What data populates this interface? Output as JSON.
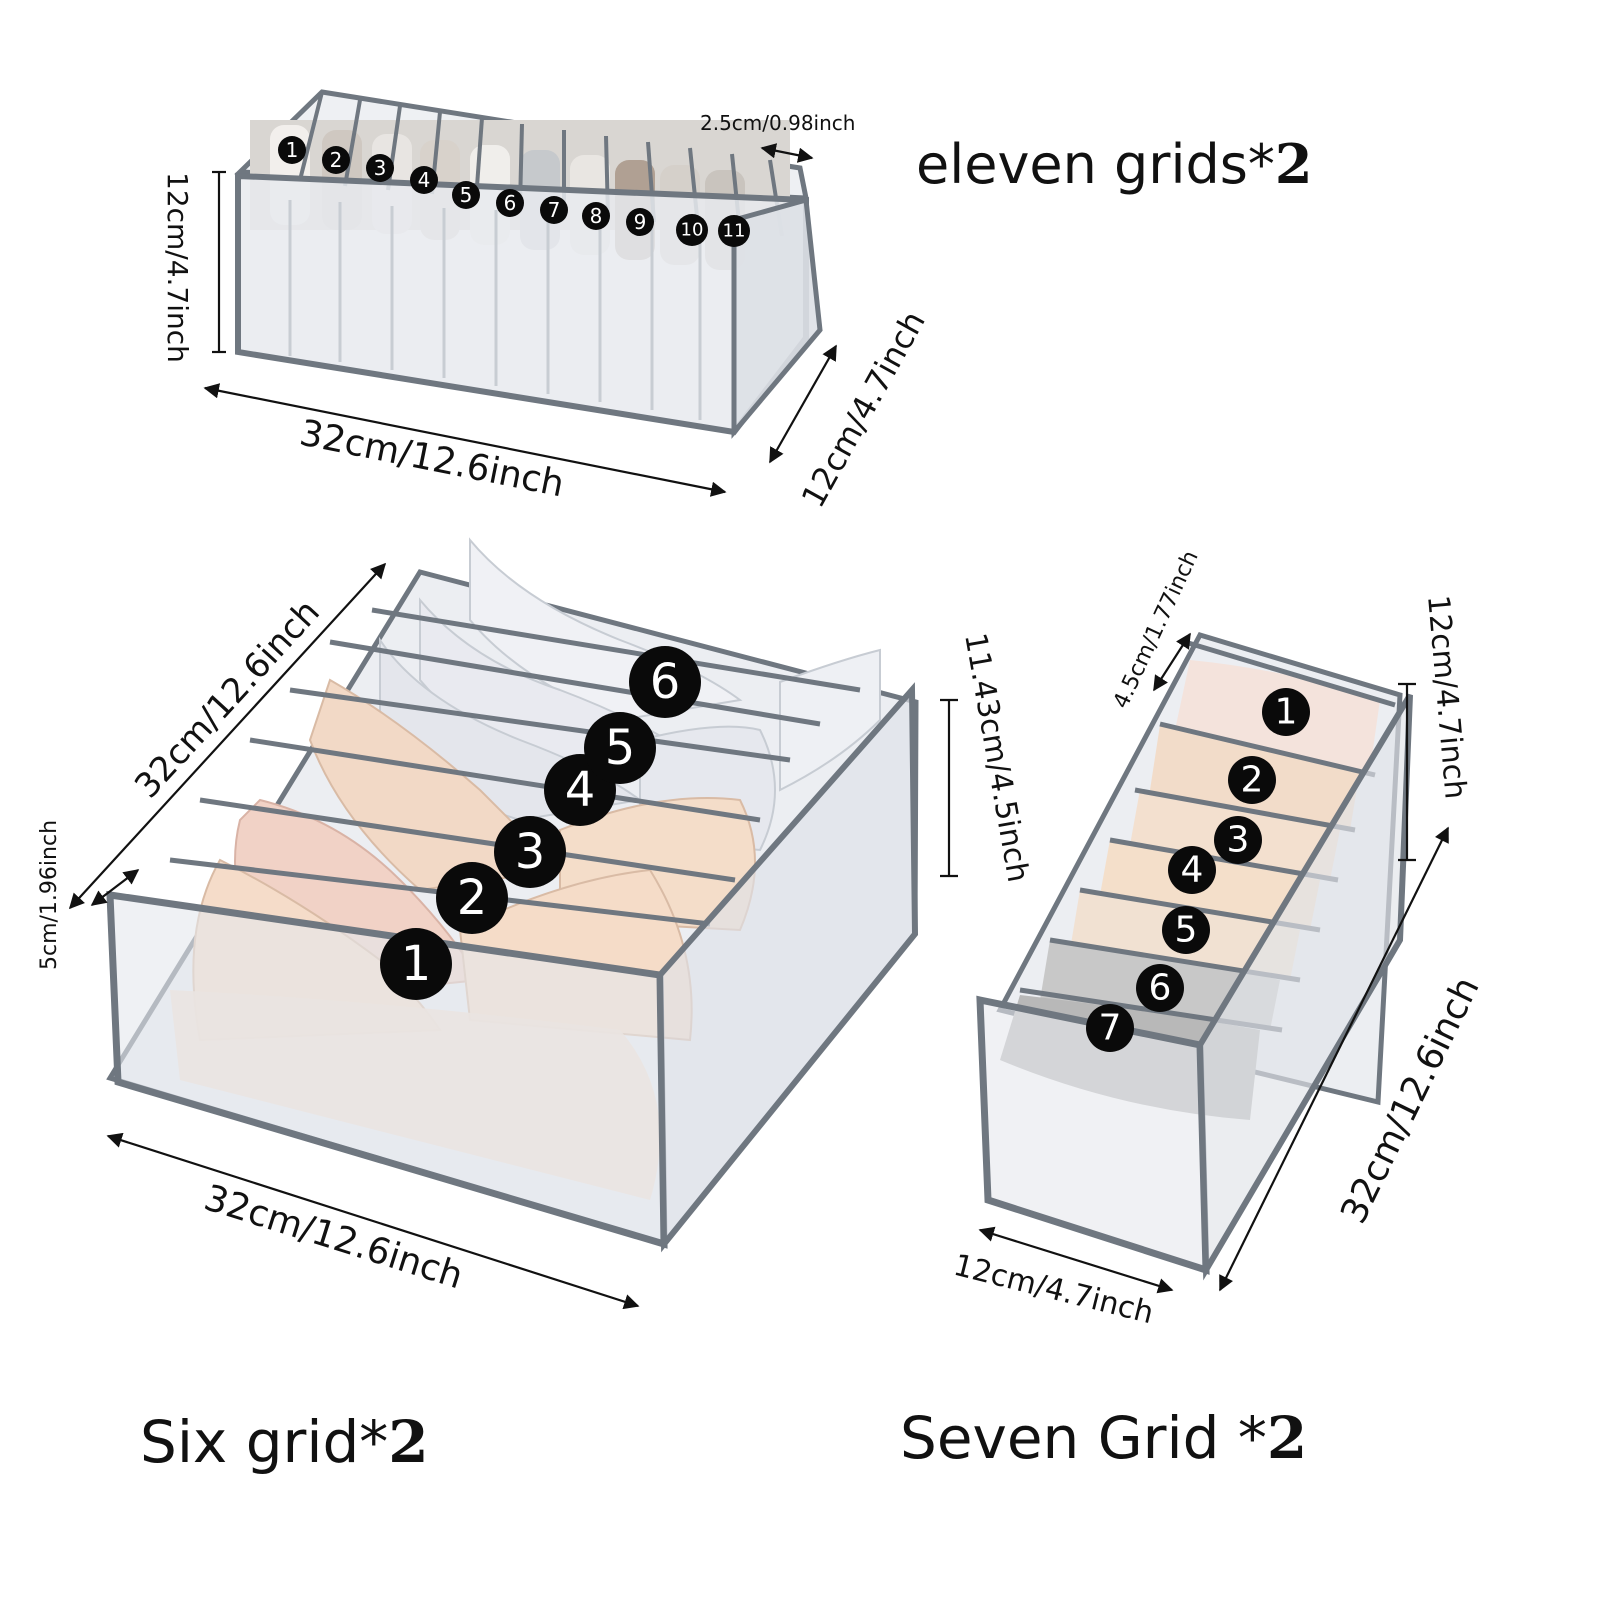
{
  "titles": {
    "eleven": {
      "text": "eleven grids*",
      "mult": "2"
    },
    "six": {
      "text": "Six grid*",
      "mult": "2"
    },
    "seven": {
      "text": "Seven Grid *",
      "mult": "2"
    }
  },
  "dimensions": {
    "eleven_divider": "2.5cm/0.98inch",
    "eleven_height": "12cm/4.7inch",
    "eleven_length": "32cm/12.6inch",
    "eleven_depth": "12cm/4.7inch",
    "six_length_side": "32cm/12.6inch",
    "six_divider": "5cm/1.96inch",
    "six_height": "11.43cm/4.5inch",
    "six_length_front": "32cm/12.6inch",
    "seven_divider": "4.5cm/1.77inch",
    "seven_height": "12cm/4.7inch",
    "seven_length": "32cm/12.6inch",
    "seven_width": "12cm/4.7inch"
  },
  "compartments": {
    "eleven": [
      "1",
      "2",
      "3",
      "4",
      "5",
      "6",
      "7",
      "8",
      "9",
      "10",
      "11"
    ],
    "six": [
      "1",
      "2",
      "3",
      "4",
      "5",
      "6"
    ],
    "seven": [
      "1",
      "2",
      "3",
      "4",
      "5",
      "6",
      "7"
    ]
  },
  "colors": {
    "piping": "#6f7780",
    "mesh": "#e3e6ea",
    "badge": "#0a0a0a"
  }
}
